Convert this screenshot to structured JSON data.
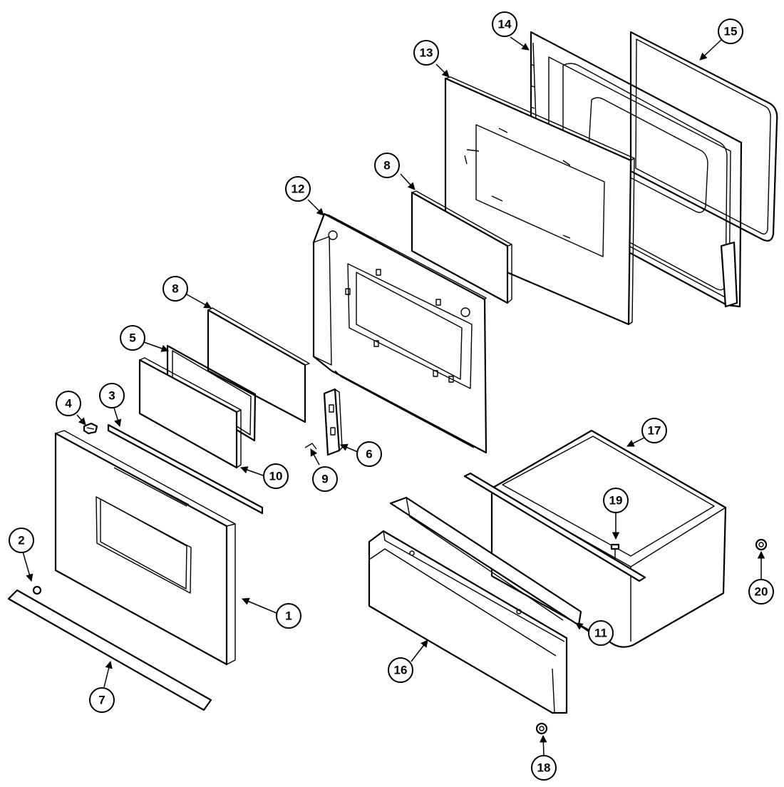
{
  "callouts": [
    {
      "label": "1"
    },
    {
      "label": "2"
    },
    {
      "label": "3"
    },
    {
      "label": "4"
    },
    {
      "label": "5"
    },
    {
      "label": "6"
    },
    {
      "label": "7"
    },
    {
      "label": "8"
    },
    {
      "label": "8"
    },
    {
      "label": "9"
    },
    {
      "label": "10"
    },
    {
      "label": "11"
    },
    {
      "label": "12"
    },
    {
      "label": "13"
    },
    {
      "label": "14"
    },
    {
      "label": "15"
    },
    {
      "label": "16"
    },
    {
      "label": "17"
    },
    {
      "label": "18"
    },
    {
      "label": "19"
    },
    {
      "label": "20"
    }
  ]
}
